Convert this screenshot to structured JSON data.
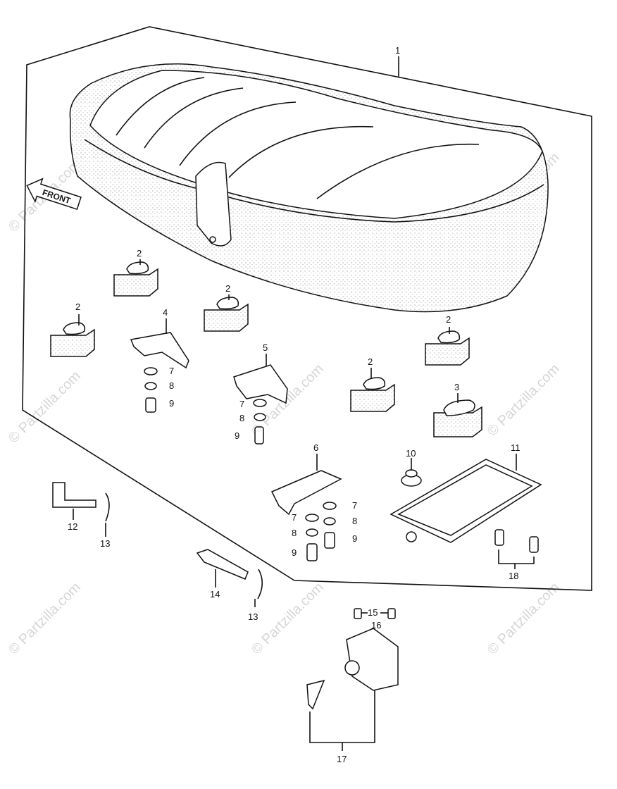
{
  "diagram": {
    "front_label": "FRONT",
    "callouts": [
      {
        "id": "c1",
        "text": "1"
      },
      {
        "id": "c2a",
        "text": "2"
      },
      {
        "id": "c2b",
        "text": "2"
      },
      {
        "id": "c2c",
        "text": "2"
      },
      {
        "id": "c2d",
        "text": "2"
      },
      {
        "id": "c2e",
        "text": "2"
      },
      {
        "id": "c3",
        "text": "3"
      },
      {
        "id": "c4",
        "text": "4"
      },
      {
        "id": "c5",
        "text": "5"
      },
      {
        "id": "c6",
        "text": "6"
      },
      {
        "id": "c7a",
        "text": "7"
      },
      {
        "id": "c8a",
        "text": "8"
      },
      {
        "id": "c9a",
        "text": "9"
      },
      {
        "id": "c7b",
        "text": "7"
      },
      {
        "id": "c8b",
        "text": "8"
      },
      {
        "id": "c9b",
        "text": "9"
      },
      {
        "id": "c7c",
        "text": "7"
      },
      {
        "id": "c8c",
        "text": "8"
      },
      {
        "id": "c9c",
        "text": "9"
      },
      {
        "id": "c7d",
        "text": "7"
      },
      {
        "id": "c8d",
        "text": "8"
      },
      {
        "id": "c9d",
        "text": "9"
      },
      {
        "id": "c10",
        "text": "10"
      },
      {
        "id": "c11",
        "text": "11"
      },
      {
        "id": "c12",
        "text": "12"
      },
      {
        "id": "c13a",
        "text": "13"
      },
      {
        "id": "c13b",
        "text": "13"
      },
      {
        "id": "c14",
        "text": "14"
      },
      {
        "id": "c15",
        "text": "15"
      },
      {
        "id": "c16",
        "text": "16"
      },
      {
        "id": "c17",
        "text": "17"
      },
      {
        "id": "c18",
        "text": "18"
      }
    ],
    "watermark": "© Partzilla.com"
  }
}
